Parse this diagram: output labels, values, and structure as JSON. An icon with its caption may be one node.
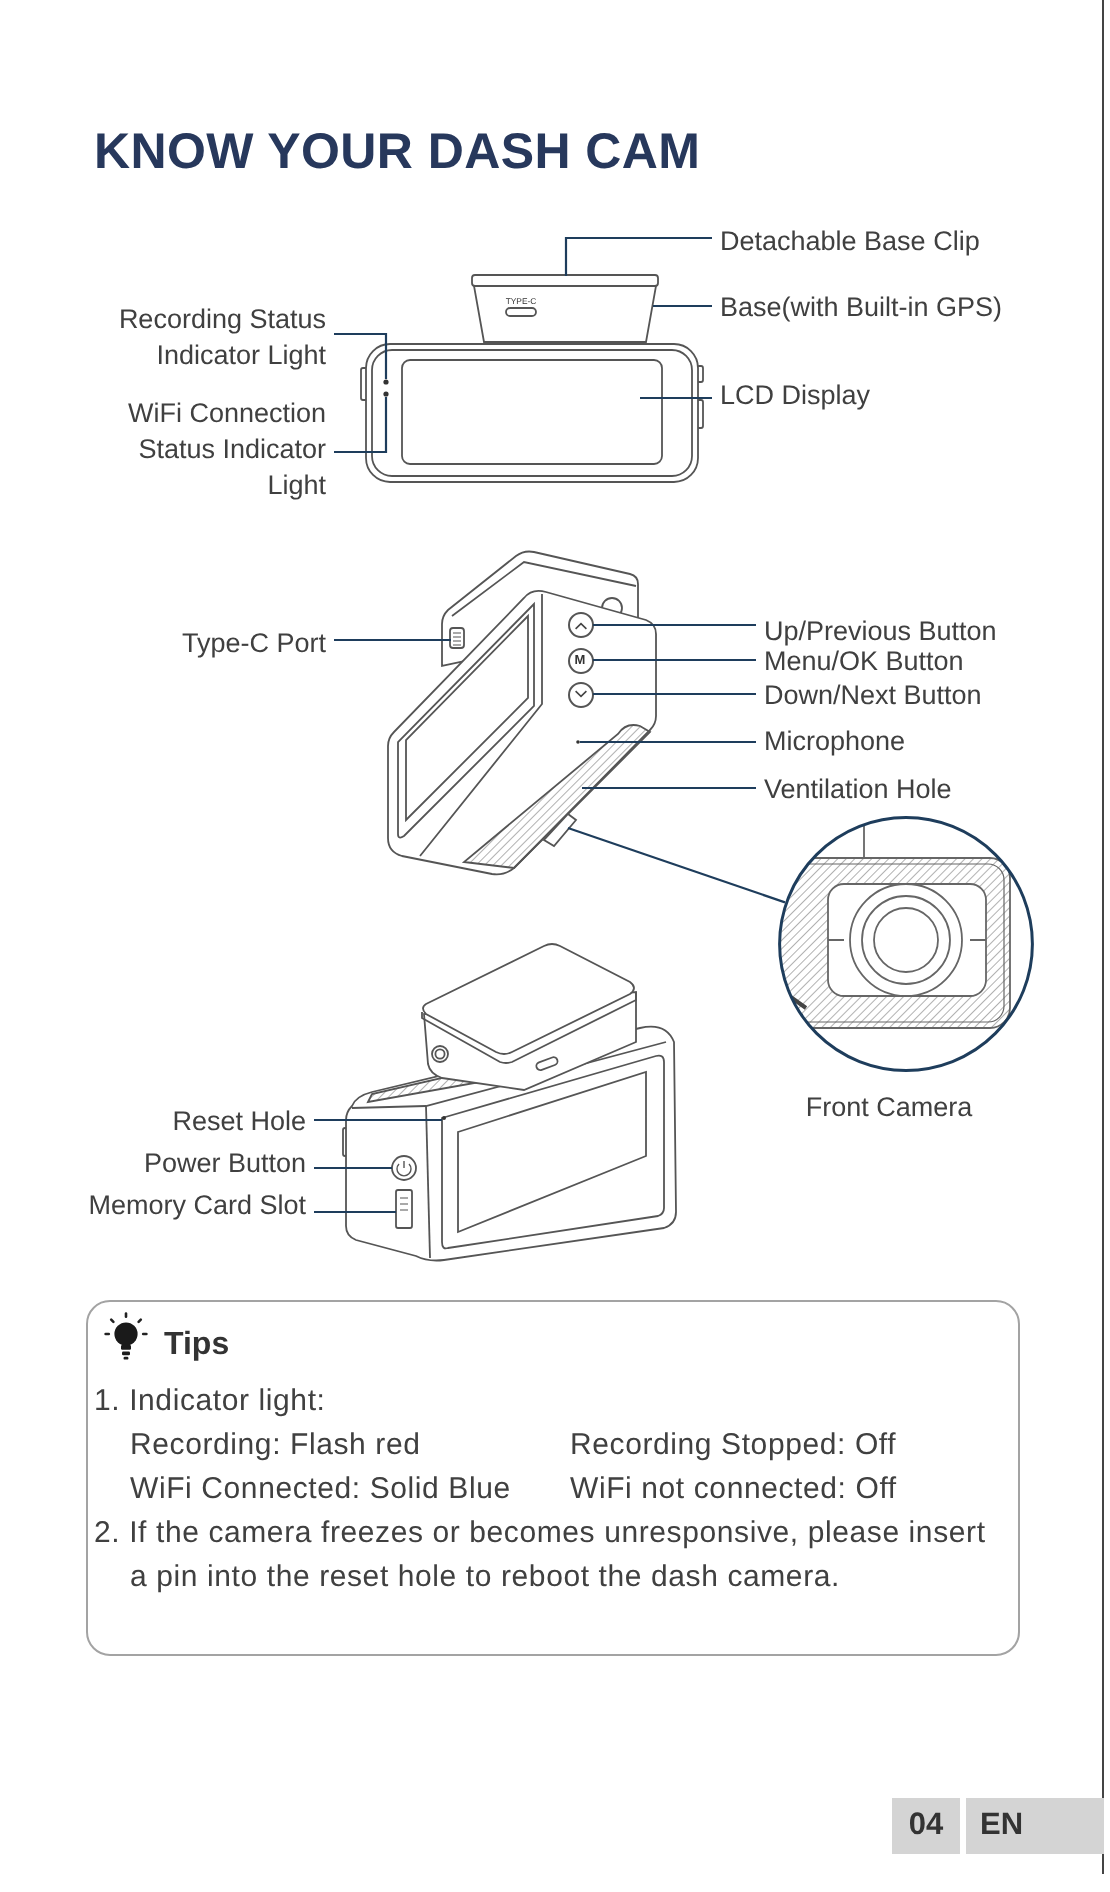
{
  "diagram": {
    "title": "KNOW YOUR DASH CAM",
    "nodes": [
      {
        "text": [
          "Detachable Base Clip"
        ]
      },
      {
        "text": [
          "Base(with Built-in GPS)"
        ]
      },
      {
        "text": [
          "Recording Status Indicator Light"
        ]
      },
      {
        "text": [
          "LCD Display"
        ]
      },
      {
        "text": [
          "WiFi Connection Status Indicator Light"
        ]
      },
      {
        "text": [
          "Type-C Port"
        ]
      },
      {
        "text": [
          "Up/Previous Button"
        ]
      },
      {
        "text": [
          "Menu/OK Button"
        ]
      },
      {
        "text": [
          "Down/Next Button"
        ]
      },
      {
        "text": [
          "Microphone"
        ]
      },
      {
        "text": [
          "Ventilation Hole"
        ]
      },
      {
        "text": [],
        "shape": "circle"
      },
      {
        "text": [
          "M"
        ]
      },
      {
        "text": [],
        "shape": "circle"
      },
      {
        "text": [],
        "shape": "circle",
        "beside": [
          "Front Camera"
        ]
      },
      {
        "text": [
          "Reset Hole"
        ]
      },
      {
        "text": [
          "Power Button"
        ]
      },
      {
        "text": [
          "Memory Card Slot"
        ]
      },
      {
        "text": [
          "Tips",
          "1. Indicator light:",
          "Recording: Flash red",
          "Recording Stopped: Off",
          "WiFi Connected: Solid Blue",
          "WiFi not connected: Off",
          "2. If the camera freezes or becomes unresponsive, please insert a pin into the reset hole to reboot the dash camera."
        ]
      },
      {
        "text": [
          "04"
        ]
      },
      {
        "text": [
          "EN"
        ]
      }
    ],
    "edges": [
      {
        "from": 0,
        "to": null,
        "arrow": "none"
      },
      {
        "from": 1,
        "to": null,
        "arrow": "none"
      },
      {
        "from": 2,
        "to": null,
        "arrow": "none"
      },
      {
        "from": 3,
        "to": null,
        "arrow": "none"
      },
      {
        "from": 4,
        "to": null,
        "arrow": "none"
      },
      {
        "from": 5,
        "to": null,
        "arrow": "none"
      },
      {
        "from": 6,
        "to": 11,
        "arrow": "none"
      },
      {
        "from": 7,
        "to": 12,
        "arrow": "none"
      },
      {
        "from": 8,
        "to": 13,
        "arrow": "none"
      },
      {
        "from": 9,
        "to": null,
        "arrow": "none"
      },
      {
        "from": 10,
        "to": null,
        "arrow": "none"
      },
      {
        "from": null,
        "to": 14,
        "arrow": "none"
      },
      {
        "from": 15,
        "to": null,
        "arrow": "none"
      },
      {
        "from": 16,
        "to": null,
        "arrow": "none"
      },
      {
        "from": 17,
        "to": null,
        "arrow": "none"
      }
    ],
    "labels": [
      "TYPE-C"
    ]
  }
}
